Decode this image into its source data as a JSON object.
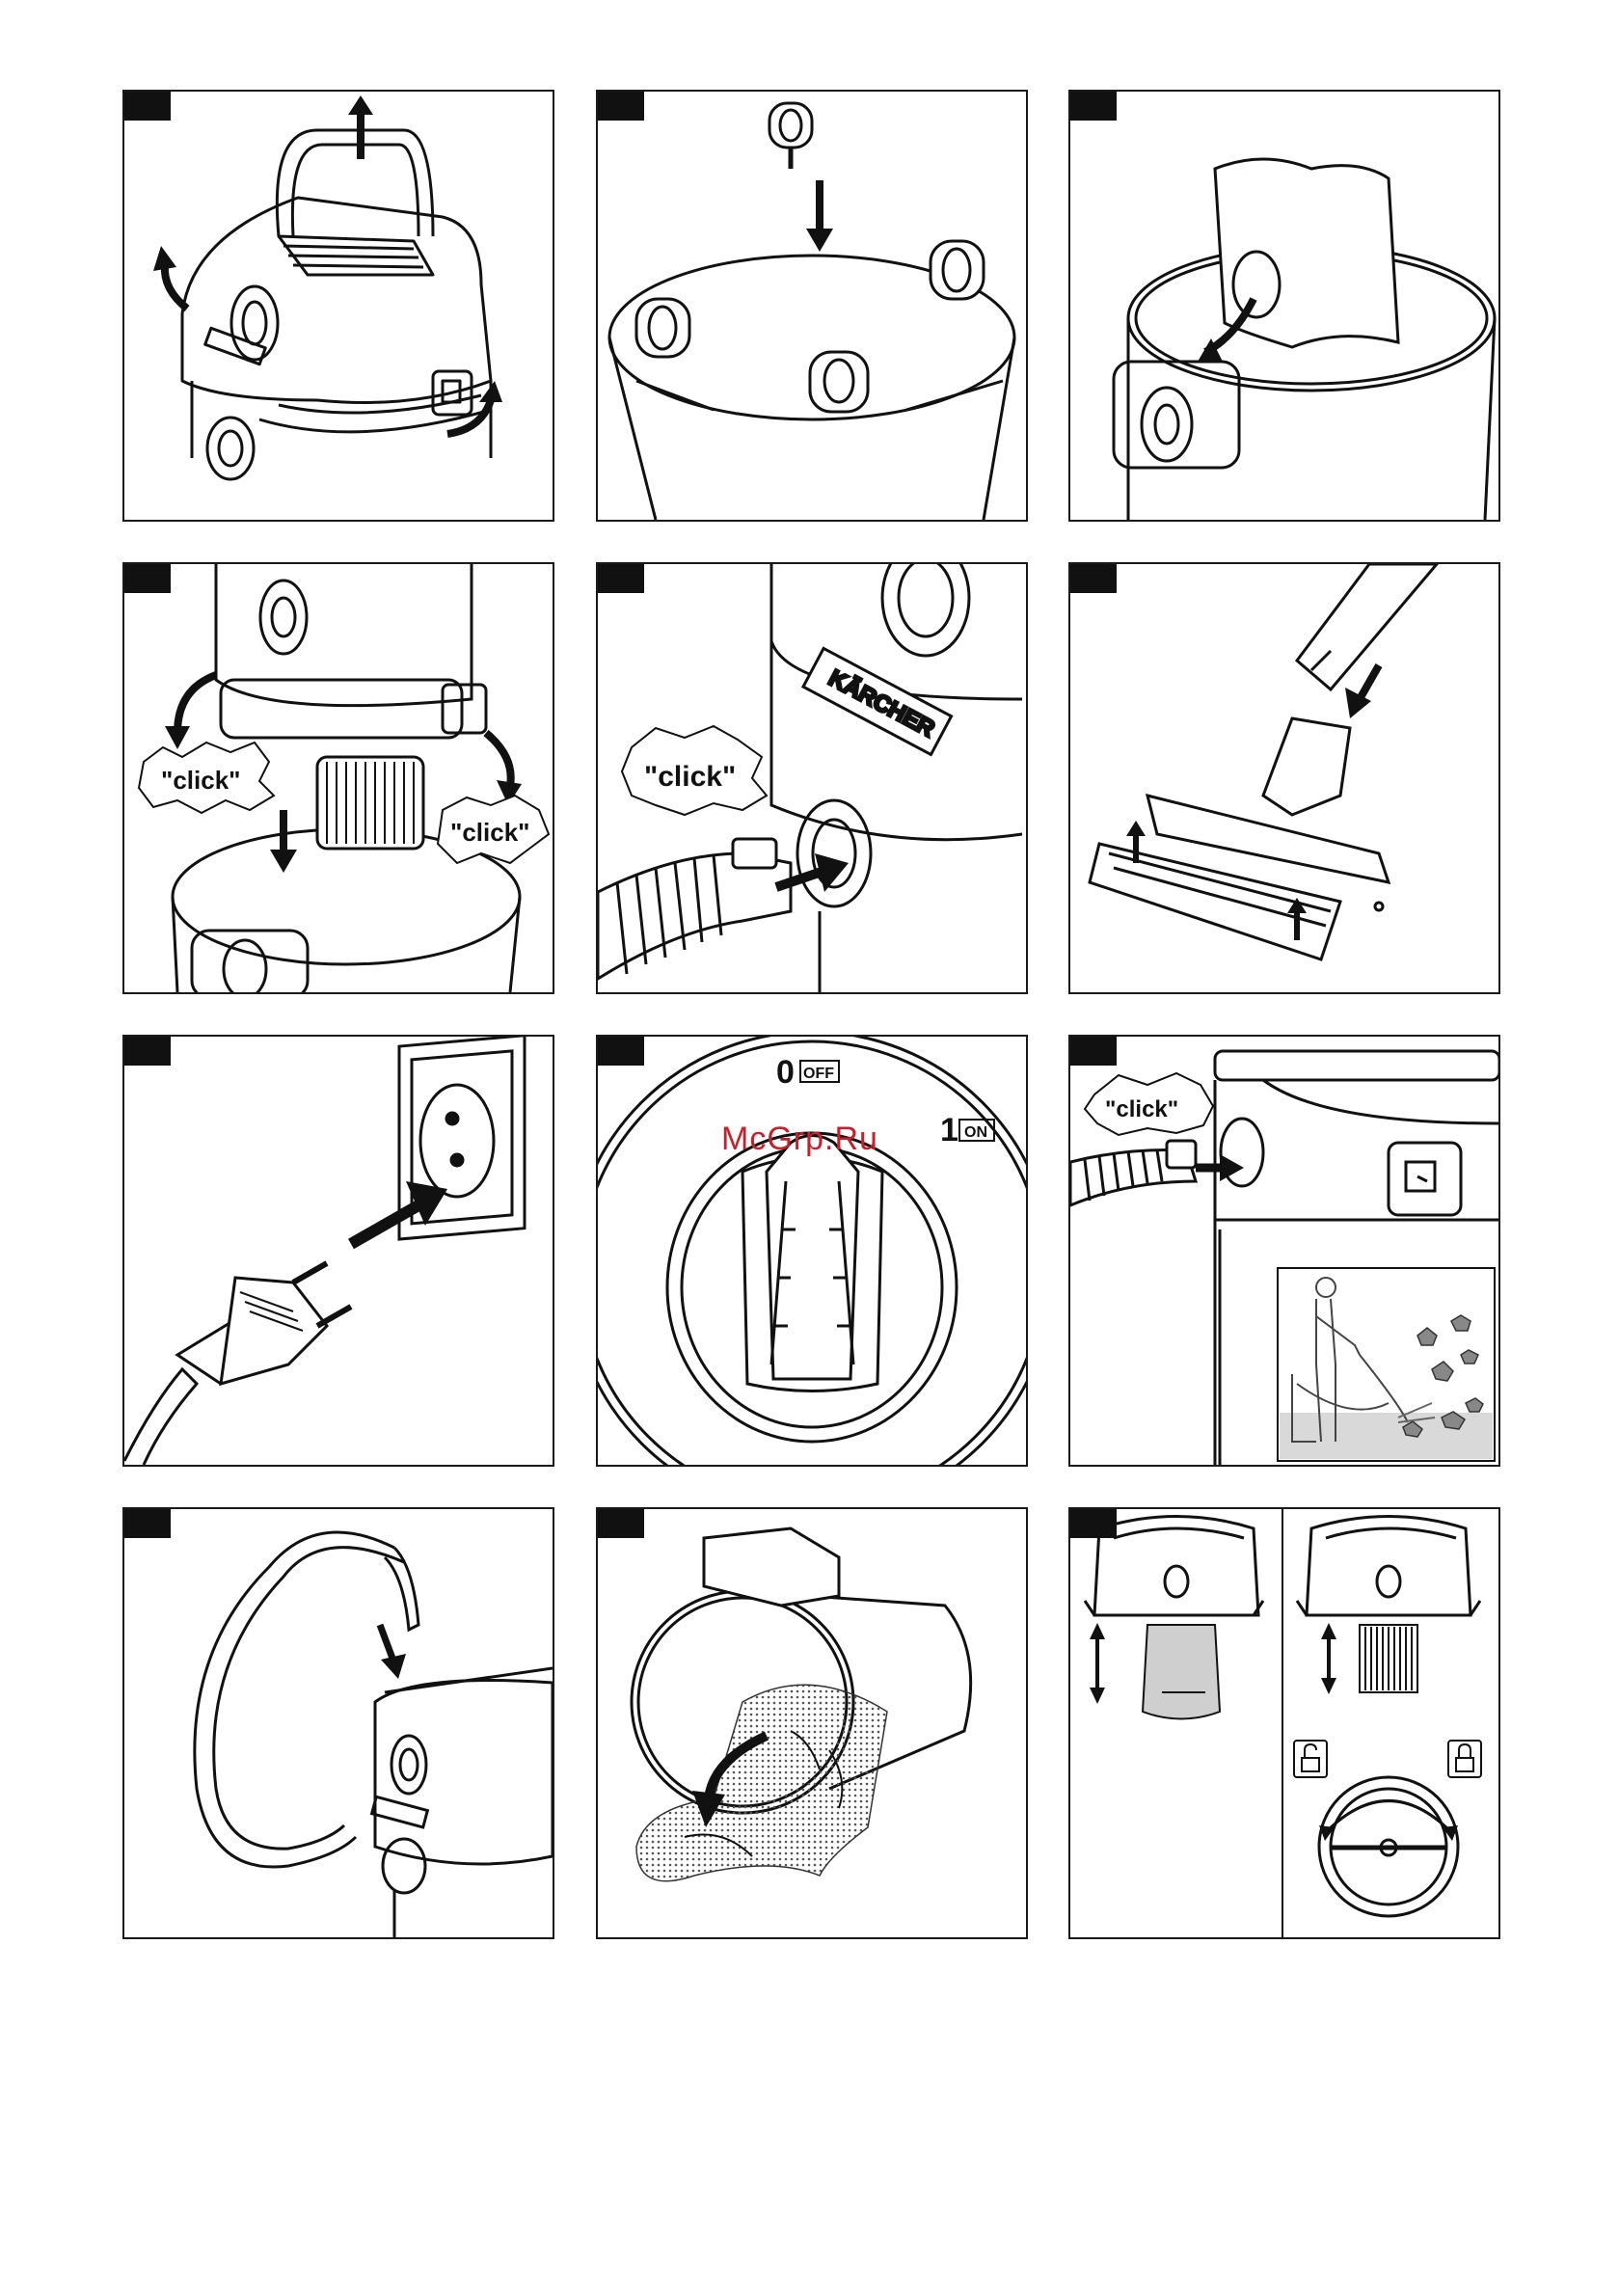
{
  "brand": {
    "name": "KÄRCHER"
  },
  "labels": {
    "click": "\"click\""
  },
  "switch": {
    "off_digit": "0",
    "off_label": "OFF",
    "on_digit": "1",
    "on_label": "ON"
  },
  "watermark": {
    "text": "McGrp.Ru",
    "color": "#c8202a"
  },
  "icons": [
    "arrow-icon",
    "wheel-icon",
    "filter-bag-icon",
    "cartridge-filter-icon",
    "hose-icon",
    "floor-nozzle-icon",
    "plug-icon",
    "socket-icon",
    "rotary-switch-icon",
    "person-vacuuming-icon",
    "lock-open-icon",
    "lock-closed-icon"
  ]
}
